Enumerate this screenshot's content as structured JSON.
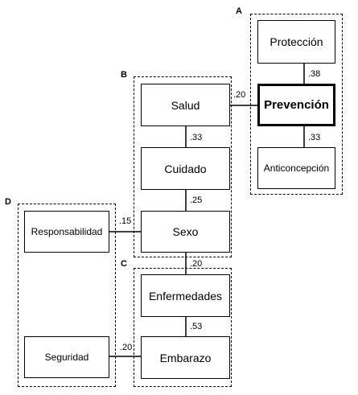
{
  "groups": {
    "a": "A",
    "b": "B",
    "c": "C",
    "d": "D"
  },
  "nodes": {
    "proteccion": "Protección",
    "prevencion": "Prevención",
    "anticoncepcion": "Anticoncepción",
    "salud": "Salud",
    "cuidado": "Cuidado",
    "sexo": "Sexo",
    "enfermedades": "Enfermedades",
    "embarazo": "Embarazo",
    "responsabilidad": "Responsabilidad",
    "seguridad": "Seguridad"
  },
  "coefficients": {
    "proteccion_prevencion": ".38",
    "salud_prevencion": ".20",
    "prevencion_anticoncepcion": ".33",
    "salud_cuidado": ".33",
    "cuidado_sexo": ".25",
    "responsabilidad_sexo": ".15",
    "sexo_enfermedades": ".20",
    "enfermedades_embarazo": ".53",
    "seguridad_embarazo": ".20"
  }
}
